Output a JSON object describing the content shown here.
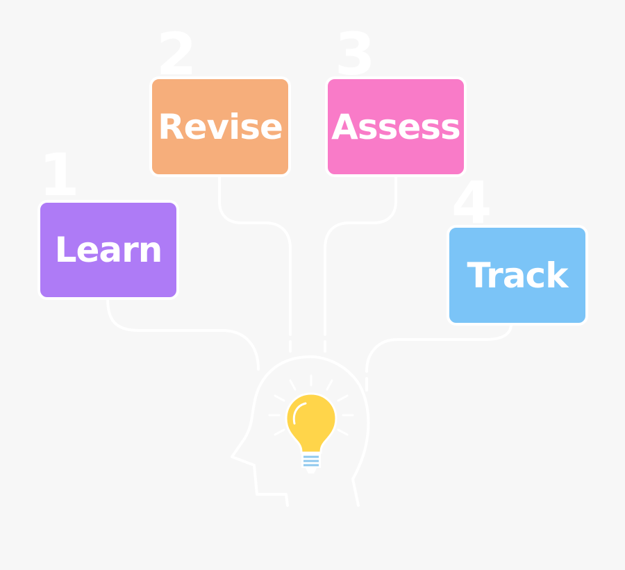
{
  "steps": [
    {
      "number": "1",
      "label": "Learn",
      "color": "#ae7bf6"
    },
    {
      "number": "2",
      "label": "Revise",
      "color": "#f6ae7b"
    },
    {
      "number": "3",
      "label": "Assess",
      "color": "#f97bc8"
    },
    {
      "number": "4",
      "label": "Track",
      "color": "#7bc4f7"
    }
  ],
  "colors": {
    "background": "#f7f7f7",
    "connector": "#ffffff",
    "bulb": "#ffd54a",
    "bulb_base": "#8fc8ee"
  },
  "icons": [
    "head-icon",
    "lightbulb-icon"
  ]
}
